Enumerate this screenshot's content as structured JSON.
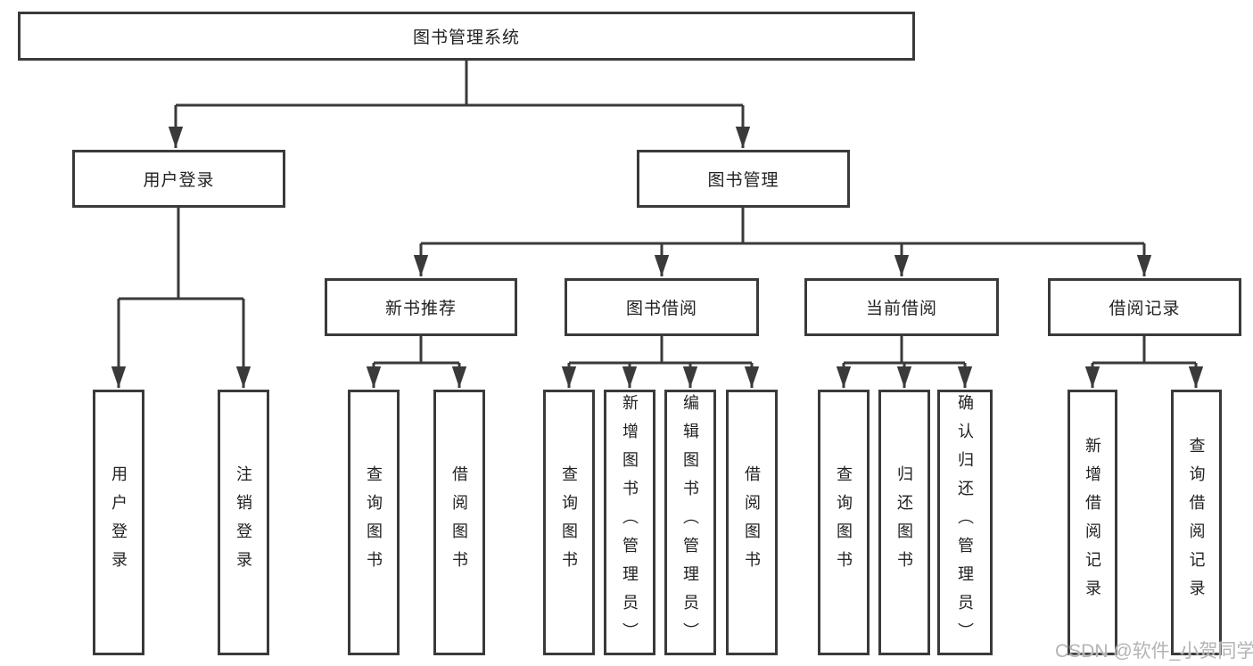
{
  "tree": {
    "root": "图书管理系统",
    "children": [
      {
        "label": "用户登录",
        "children": [
          "用户登录",
          "注销登录"
        ]
      },
      {
        "label": "图书管理",
        "children": [
          {
            "label": "新书推荐",
            "children": [
              "查询图书",
              "借阅图书"
            ]
          },
          {
            "label": "图书借阅",
            "children": [
              "查询图书",
              "新增图书（管理员）",
              "编辑图书（管理员）",
              "借阅图书"
            ]
          },
          {
            "label": "当前借阅",
            "children": [
              "查询图书",
              "归还图书",
              "确认归还（管理员）"
            ]
          },
          {
            "label": "借阅记录",
            "children": [
              "新增借阅记录",
              "查询借阅记录"
            ]
          }
        ]
      }
    ]
  },
  "watermark": {
    "text": "CSDN @软件_小贺同学"
  },
  "colors": {
    "line": "#3a3a3a",
    "box_border": "#3a3a3a",
    "text": "#222222",
    "background": "#ffffff",
    "watermark": "#b4b4b4"
  }
}
